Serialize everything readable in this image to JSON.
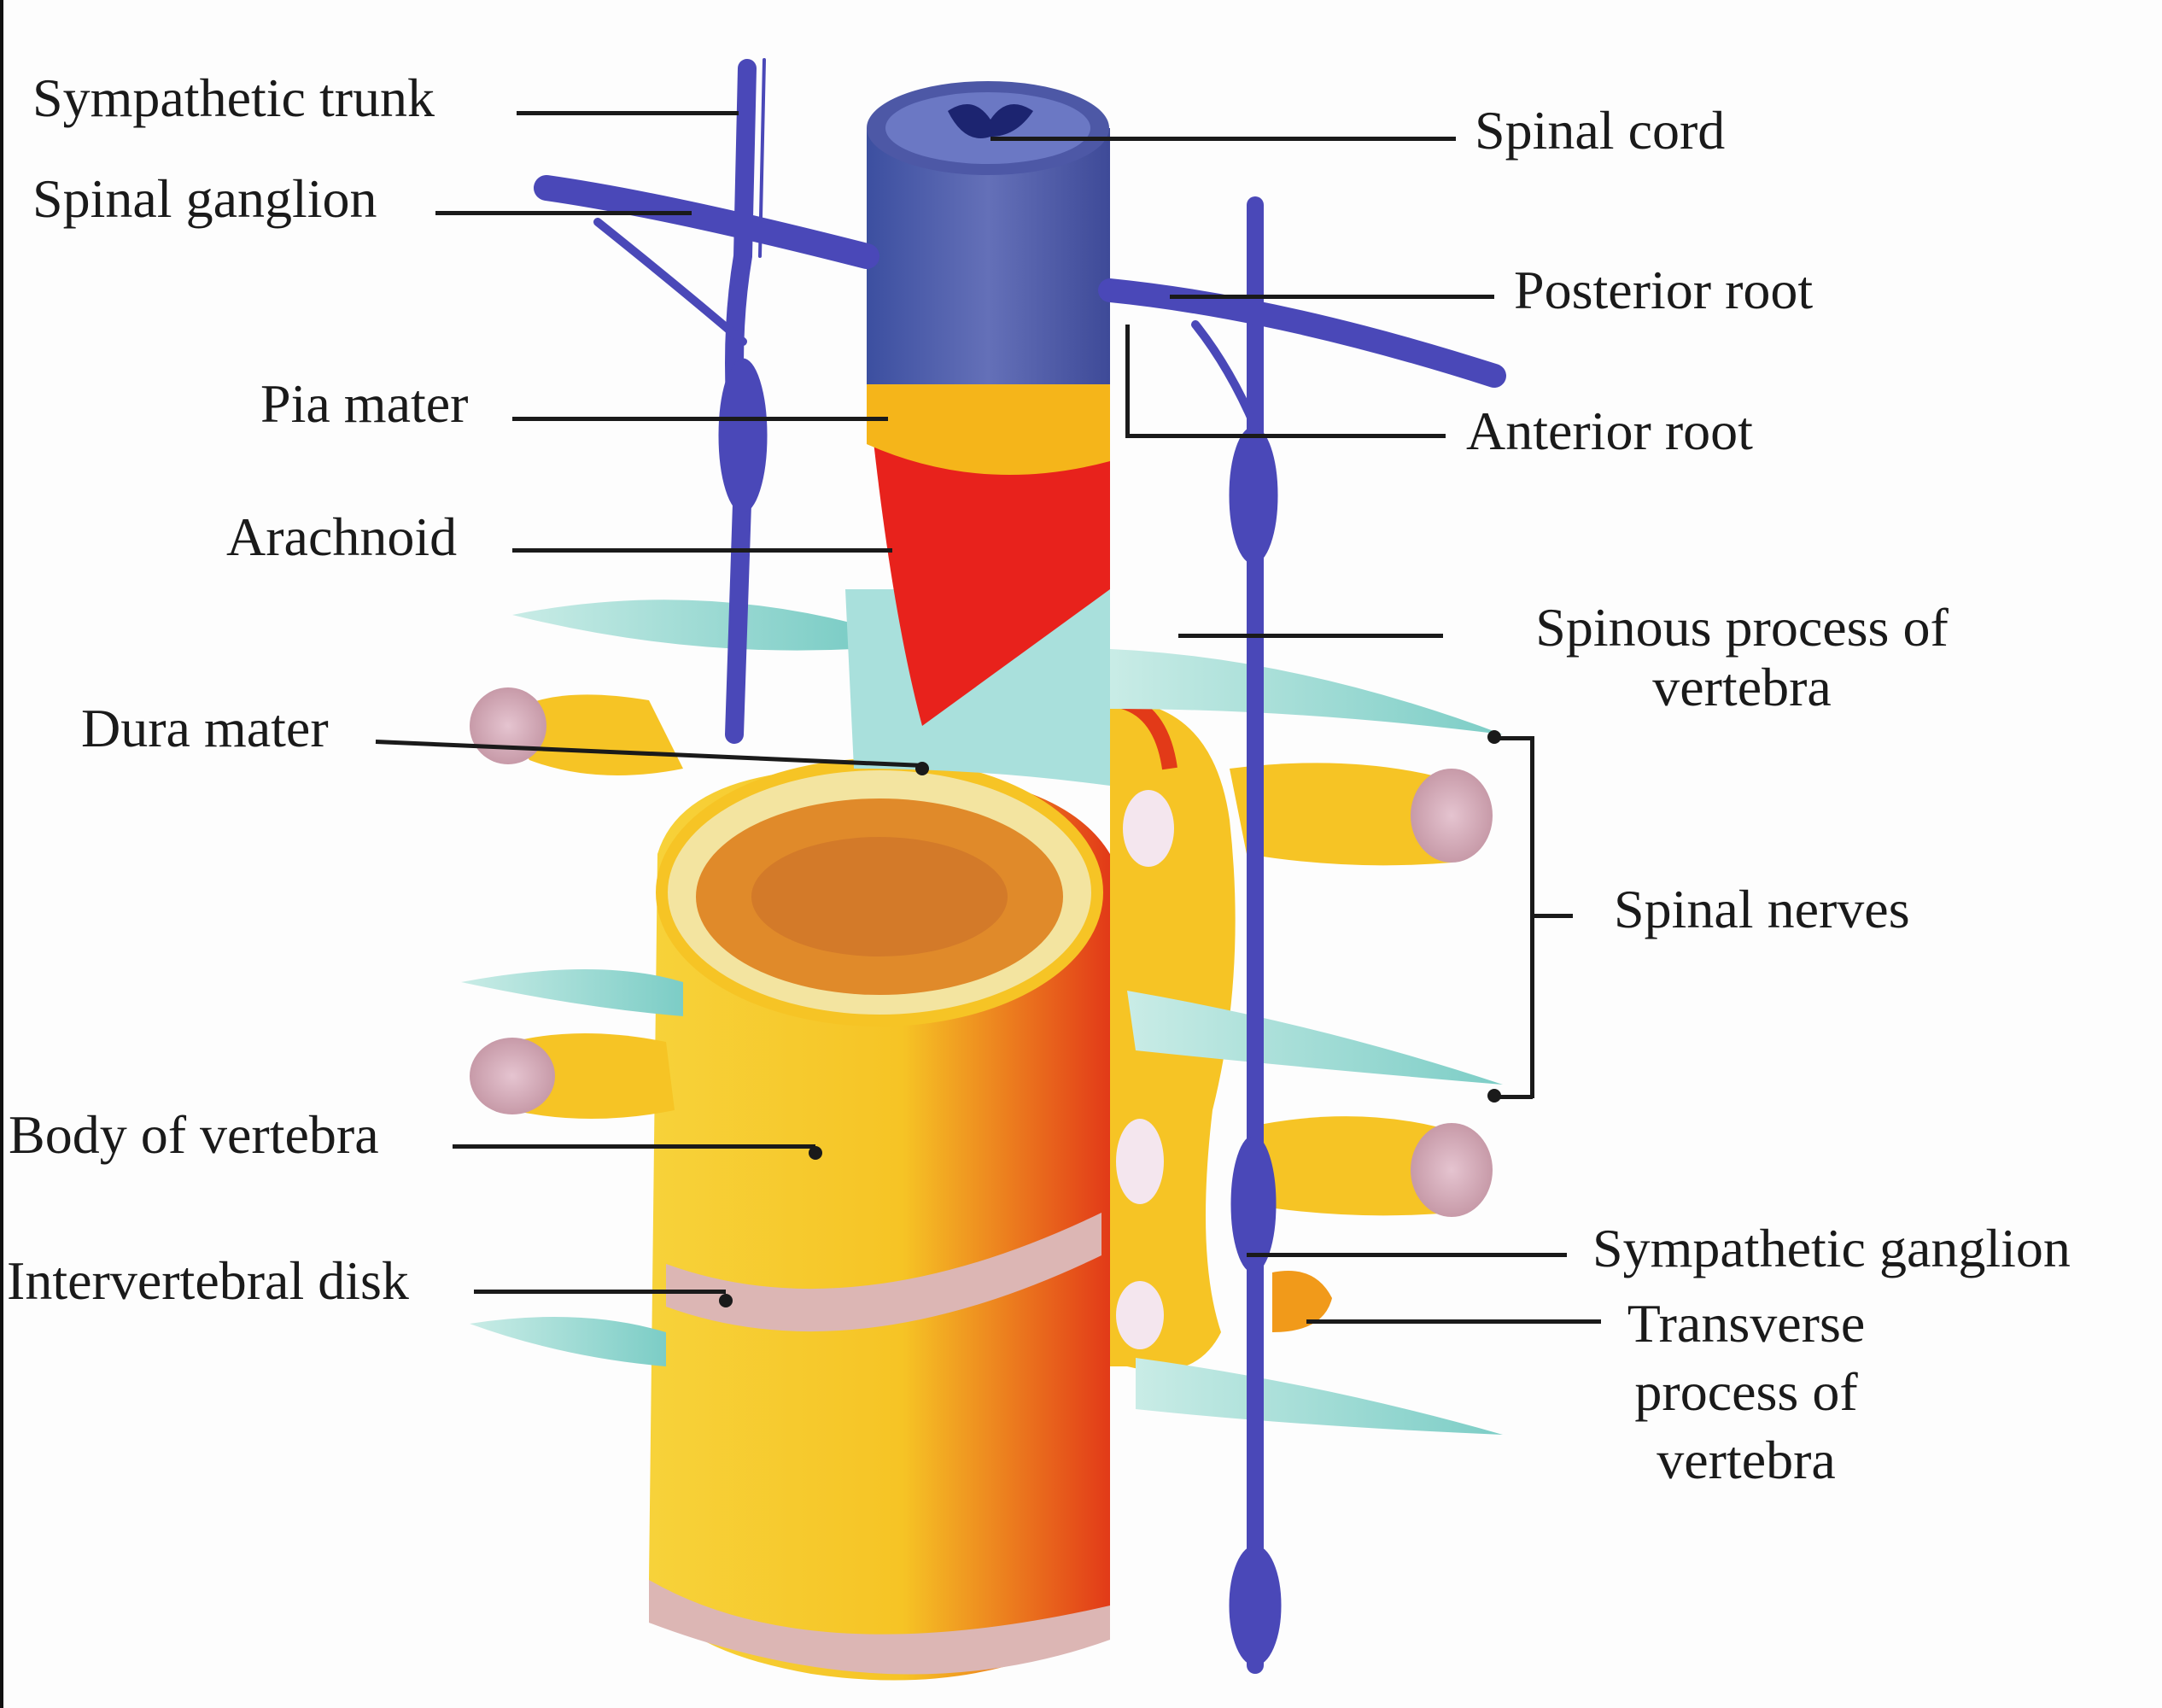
{
  "diagram": {
    "title": "Spinal cord and vertebral column",
    "colors": {
      "nerve": "#4a48b8",
      "cord": "#5a5fa8",
      "pia": "#f5b51a",
      "arachnoid": "#e8221c",
      "dura": "#a9e0dc",
      "bone": "#f6c425",
      "bone_shadow": "#e0441a",
      "disk": "#d9b8b8"
    },
    "labels_left": [
      {
        "id": "sympathetic-trunk",
        "text": "Sympathetic trunk"
      },
      {
        "id": "spinal-ganglion",
        "text": "Spinal ganglion"
      },
      {
        "id": "pia-mater",
        "text": "Pia mater"
      },
      {
        "id": "arachnoid",
        "text": "Arachnoid"
      },
      {
        "id": "dura-mater",
        "text": "Dura mater"
      },
      {
        "id": "body-of-vertebra",
        "text": "Body of vertebra"
      },
      {
        "id": "intervertebral-disk",
        "text": "Intervertebral disk"
      }
    ],
    "labels_right": [
      {
        "id": "spinal-cord",
        "text": "Spinal cord"
      },
      {
        "id": "posterior-root",
        "text": "Posterior root"
      },
      {
        "id": "anterior-root",
        "text": "Anterior root"
      },
      {
        "id": "spinous-process",
        "text": "Spinous process of vertebra"
      },
      {
        "id": "spinal-nerves",
        "text": "Spinal nerves"
      },
      {
        "id": "sympathetic-ganglion",
        "text": "Sympathetic ganglion"
      },
      {
        "id": "transverse-process",
        "text": "Transverse process of vertebra"
      }
    ]
  }
}
